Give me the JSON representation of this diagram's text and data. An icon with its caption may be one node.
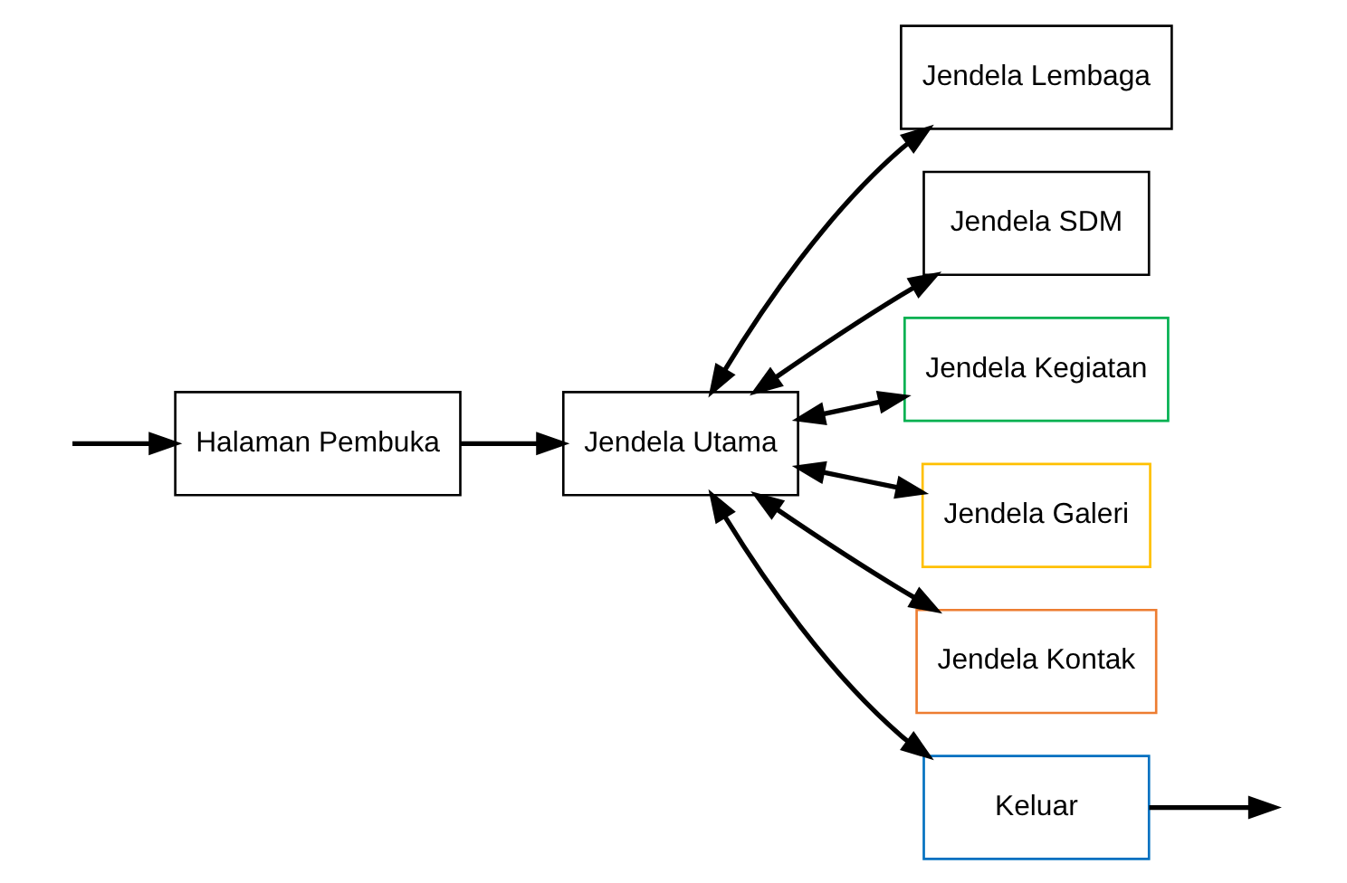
{
  "diagram": {
    "nodes": [
      {
        "text": [
          "Halaman Pembuka"
        ]
      },
      {
        "text": [
          "Jendela Utama"
        ]
      },
      {
        "text": [
          "Jendela Lembaga"
        ]
      },
      {
        "text": [
          "Jendela SDM"
        ]
      },
      {
        "text": [
          "Jendela Kegiatan"
        ]
      },
      {
        "text": [
          "Jendela Galeri"
        ]
      },
      {
        "text": [
          "Jendela Kontak"
        ]
      },
      {
        "text": [
          "Keluar"
        ]
      }
    ],
    "edges": [
      {
        "from": 0,
        "to": 1,
        "arrow": "to"
      },
      {
        "from": 1,
        "to": 2,
        "arrow": "both"
      },
      {
        "from": 1,
        "to": 3,
        "arrow": "both"
      },
      {
        "from": 1,
        "to": 4,
        "arrow": "both"
      },
      {
        "from": 1,
        "to": 5,
        "arrow": "both"
      },
      {
        "from": 1,
        "to": 6,
        "arrow": "both"
      },
      {
        "from": 1,
        "to": 7,
        "arrow": "both"
      },
      {
        "from": 7,
        "to": null,
        "arrow": "to"
      },
      {
        "from": null,
        "to": 0,
        "arrow": "to"
      }
    ]
  }
}
